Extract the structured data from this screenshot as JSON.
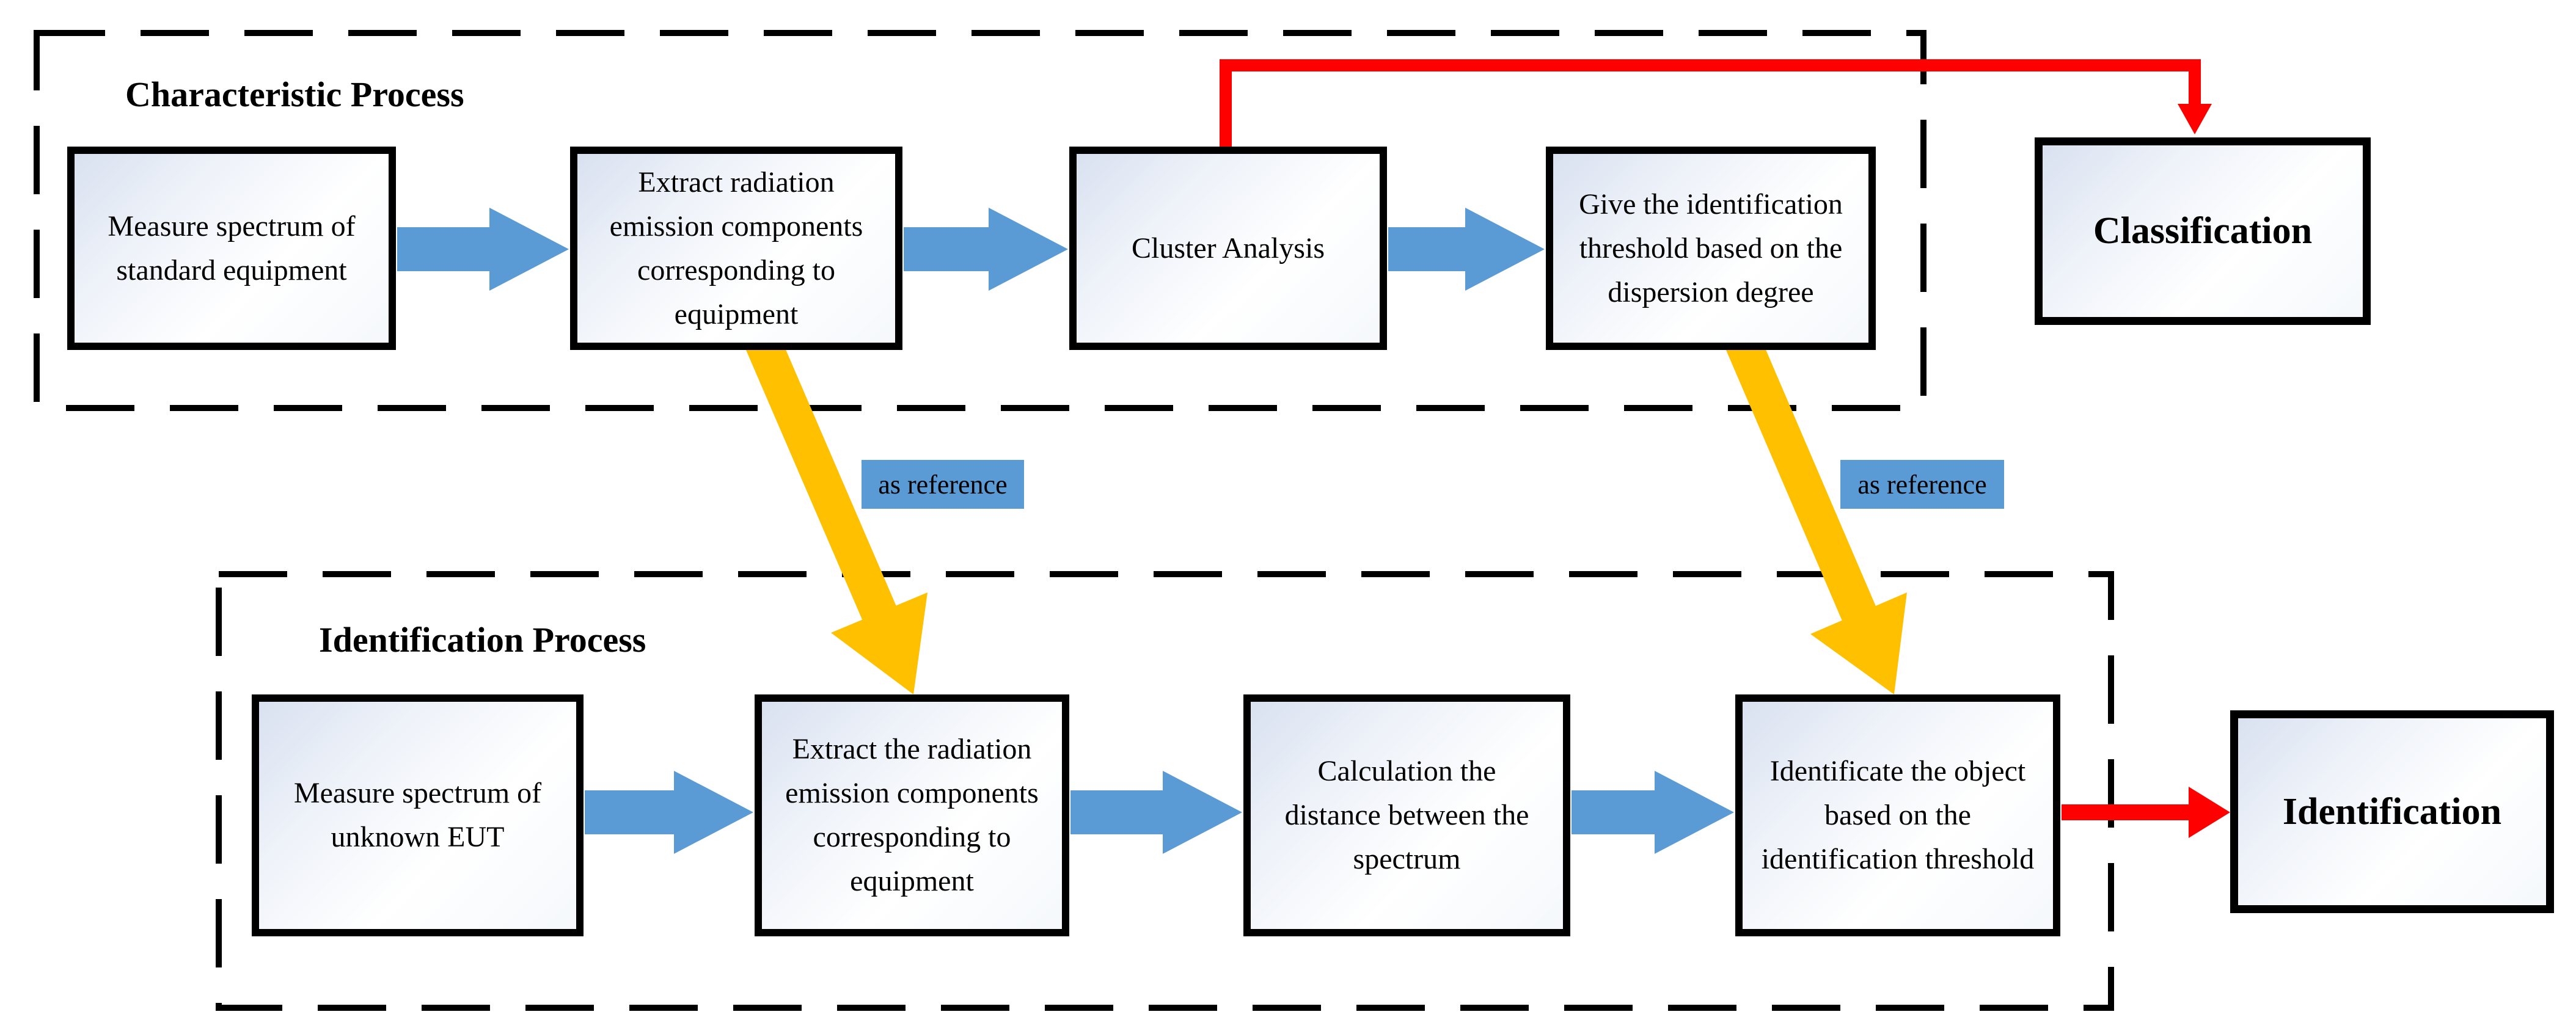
{
  "diagram": {
    "characteristic": {
      "title": "Characteristic Process",
      "steps": [
        "Measure spectrum of\nstandard equipment",
        "Extract radiation\nemission components\ncorresponding to\nequipment",
        "Cluster Analysis",
        "Give the identification\nthreshold based on the\ndispersion degree"
      ]
    },
    "identification": {
      "title": "Identification Process",
      "steps": [
        "Measure spectrum of\nunknown EUT",
        "Extract the radiation\nemission components\ncorresponding to\nequipment",
        "Calculation the\ndistance between the\nspectrum",
        "Identificate the object\nbased on the\nidentification threshold"
      ]
    },
    "results": {
      "classification": "Classification",
      "identification": "Identification"
    },
    "reference_labels": [
      "as reference",
      "as reference"
    ],
    "colors": {
      "arrow_blue": "#5B9BD5",
      "arrow_yellow": "#FFC000",
      "arrow_red": "#FF0000",
      "label_bg": "#5B9BD5",
      "box_border": "#000000",
      "box_fill_tint": "#D9E1F0"
    }
  }
}
